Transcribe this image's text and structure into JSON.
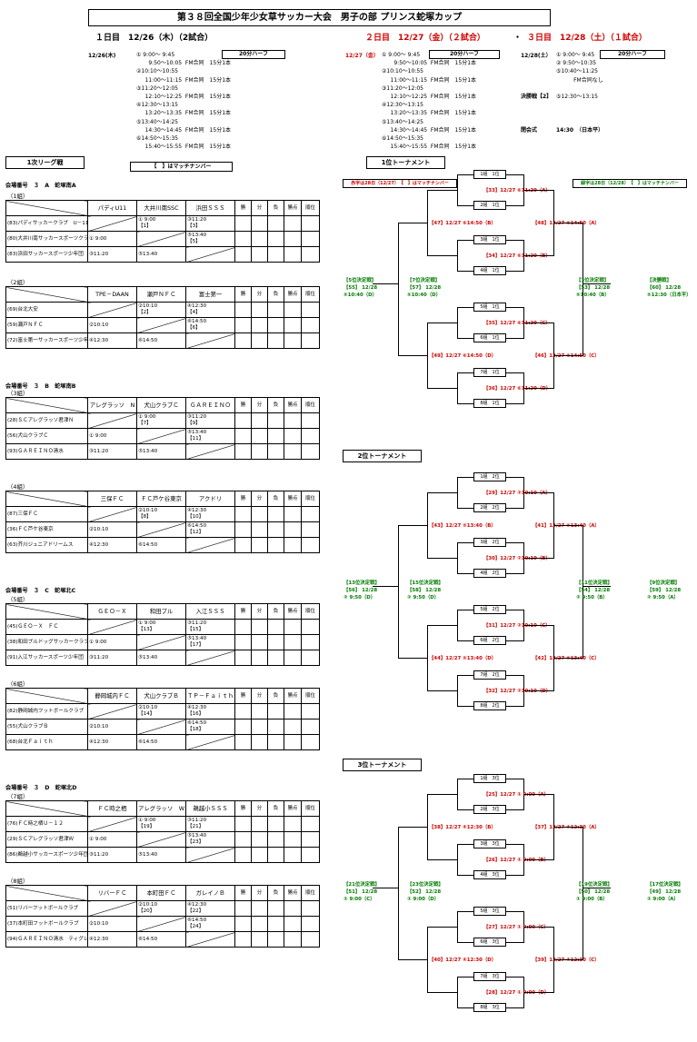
{
  "header": {
    "title": "第３８回全国少年少女草サッカー大会　男子の部 プリンス蛇塚カップ",
    "day1": "１日目　12/26（木）（2試合）",
    "day2": "２日目　12/27（金）（２試合）",
    "dot": "・",
    "day3": "３日目　12/28（土）（１試合）"
  },
  "schedule": {
    "d1_date": "12/26(木)",
    "d2_date": "12/27（金）",
    "d3_date": "12/28(土）",
    "half": "20分ハーフ",
    "d1": "① 9:00～ 9:45\n       9:50～10:05  FM合同　15分1本\n②10:10～10:55\n     11:00～11:15  FM合同　15分1本\n③11:20～12:05\n     12:10～12:25  FM合同　15分1本\n④12:30～13:15\n     13:20～13:35  FM合同　15分1本\n⑤13:40～14:25\n     14:30～14:45  FM合同　15分1本\n⑥14:50～15:35\n     15:40～15:55  FM合同　15分1本",
    "d2": "① 9:00～ 9:45\n       9:50～10:05  FM合同　15分1本\n②10:10～10:55\n     11:00～11:15  FM合同　15分1本\n③11:20～12:05\n     12:10～12:25  FM合同　15分1本\n④12:30～13:15\n     13:20～13:35  FM合同　15分1本\n⑤13:40～14:25\n     14:30～14:45  FM合同　15分1本\n⑥14:50～15:35\n     15:40～15:55  FM合同　15分1本",
    "d3": "① 9:00～ 9:45\n② 9:50～10:35\n⑤10:40～11:25\n          FM合同なし",
    "final_lbl": "決勝戦【2】",
    "final_time": "⑤12:30～13:15",
    "closing_lbl": "閉会式",
    "closing_time": "14:30　（日本平）"
  },
  "league": {
    "title": "1次リーグ戦",
    "note": "【　】はマッチナンバー",
    "head": [
      "勝",
      "分",
      "負",
      "勝点",
      "順位"
    ],
    "A": "会場番号　３　A　蛇塚南A",
    "B": "会場番号　３　B　蛇塚南B",
    "C": "会場番号　３　C　蛇塚北C",
    "D": "会場番号　３　D　蛇塚北D",
    "groups": [
      {
        "name": "（1組）",
        "cols": [
          "パディU11",
          "大井川南SSC",
          "浜田ＳＳＳ"
        ],
        "rows": [
          "(83)パディサッカークラブ　U－11",
          "(80)大井川南サッカースポーツクラブ",
          "(83)浜田サッカースポーツ少年団"
        ],
        "c12": "① 9:00",
        "m12": "【1】",
        "c13": "③11:20",
        "m13": "【3】",
        "c23": "⑤13:40",
        "m23": "【5】",
        "r21": "① 9:00",
        "r31": "③11:20",
        "r32": "⑤13:40"
      },
      {
        "name": "（2組）",
        "cols": [
          "TPE－DAAN",
          "瀬戸ＮＦＣ",
          "富士第一"
        ],
        "rows": [
          "(69)台北大安",
          "(59)瀬戸ＮＦＣ",
          "(72)富士第一サッカースポーツ少年団"
        ],
        "c12": "②10:10",
        "m12": "【2】",
        "c13": "④12:30",
        "m13": "【4】",
        "c23": "⑥14:50",
        "m23": "【6】",
        "r21": "②10:10",
        "r31": "④12:30",
        "r32": "⑥14:50"
      },
      {
        "name": "（3組）",
        "cols": [
          "アレグラッソ　N",
          "犬山クラブＣ",
          "ＧＡＲＥＩＮＯ"
        ],
        "rows": [
          "(28)ＳＣアレグラッソ君津Ｎ",
          "(56)犬山クラブＣ",
          "(93)ＧＡＲＥＩＮＯ清水"
        ],
        "c12": "① 9:00",
        "m12": "【7】",
        "c13": "③11:20",
        "m13": "【9】",
        "c23": "⑤13:40",
        "m23": "【11】",
        "r21": "① 9:00",
        "r31": "③11:20",
        "r32": "⑤13:40"
      },
      {
        "name": "（4組）",
        "cols": [
          "三保ＦＣ",
          "ＦＣ芦ケ谷東京",
          "アクドリ"
        ],
        "rows": [
          "(87)三保ＦＣ",
          "(36)ＦＣ芦ケ谷東京",
          "(63)芥川ジュニアドリームス"
        ],
        "c12": "②10:10",
        "m12": "【8】",
        "c13": "④12:30",
        "m13": "【10】",
        "c23": "⑥14:50",
        "m23": "【12】",
        "r21": "②10:10",
        "r31": "④12:30",
        "r32": "⑥14:50"
      },
      {
        "name": "（5組）",
        "cols": [
          "ＧＥＯ－Ｘ",
          "和田プル",
          "入江ＳＳＳ"
        ],
        "rows": [
          "(45)ＧＥＯ－Ｘ　ＦＣ",
          "(38)和田ブルドッグサッカークラブ",
          "(91)入江サッカースポーツ少年団"
        ],
        "c12": "① 9:00",
        "m12": "【13】",
        "c13": "③11:20",
        "m13": "【15】",
        "c23": "⑤13:40",
        "m23": "【17】",
        "r21": "① 9:00",
        "r31": "③11:20",
        "r32": "⑤13:40"
      },
      {
        "name": "（6組）",
        "cols": [
          "静岡城内ＦＣ",
          "犬山クラブＢ",
          "ＴＰ－Ｆａｉｔｈ"
        ],
        "rows": [
          "(82)静岡城内フットボールクラブ",
          "(55)犬山クラブＢ",
          "(68)台北Ｆａｉｔｈ"
        ],
        "c12": "②10:10",
        "m12": "【14】",
        "c13": "④12:30",
        "m13": "【16】",
        "c23": "⑥14:50",
        "m23": "【18】",
        "r21": "②10:10",
        "r31": "④12:30",
        "r32": "⑥14:50"
      },
      {
        "name": "（7組）",
        "cols": [
          "ＦＣ時之栖",
          "アレグラッソ　W",
          "鵜越小ＳＳＳ"
        ],
        "rows": [
          "(76)ＦＣ時之栖Ｕ－１２",
          "(29)ＳＣアレグラッソ君津Ｗ",
          "(86)鵜越小サッカースポーツ少年団"
        ],
        "c12": "① 9:00",
        "m12": "【19】",
        "c13": "③11:20",
        "m13": "【21】",
        "c23": "⑤13:40",
        "m23": "【23】",
        "r21": "① 9:00",
        "r31": "③11:20",
        "r32": "⑤13:40"
      },
      {
        "name": "（8組）",
        "cols": [
          "リバーＦＣ",
          "本町田ＦＣ",
          "ガレイノＢ"
        ],
        "rows": [
          "(51)リバーフットボールクラブ",
          "(37)本町田フットボールクラブ",
          "(94)ＧＡＲＥＩＮＯ清水　ティグレ"
        ],
        "c12": "②10:10",
        "m12": "【20】",
        "c13": "④12:30",
        "m13": "【22】",
        "c23": "⑥14:50",
        "m23": "【24】",
        "r21": "②10:10",
        "r31": "④12:30",
        "r32": "⑥14:50"
      }
    ]
  },
  "t1": {
    "title": "1位トーナメント",
    "red_note": "赤字は28日（12/27）　【　】はマッチナンバー",
    "green_note": "緑字は28日（12/28）　【　】はマッチナンバー",
    "slots": [
      "1組　1位",
      "2組　1位",
      "3組　1位",
      "4組　1位",
      "5組　1位",
      "6組　1位",
      "7組　1位",
      "8組　1位"
    ],
    "r1": [
      "【33】12/27 ⑥11:20（A）",
      "【34】12/27 ⑥11:20（B）",
      "【35】12/27 ⑥11:20（C）",
      "【36】12/27 ⑥11:20（D）"
    ],
    "r2": [
      "【47】12/27 ⑥14:50（B）",
      "【48】12/27 ⑥14:50（A）",
      "【49】12/27 ⑥14:50（D）",
      "【46】12/27 ⑥14:50（C）"
    ],
    "g": [
      [
        "【5位決定戦】",
        "【55】 12/28",
        "⑤10:40（D）"
      ],
      [
        "【7位決定戦】",
        "【57】 12/28",
        "⑤10:40（D）"
      ],
      [
        "【3位決定戦】",
        "【53】 12/28",
        "⑤10:40（B）"
      ],
      [
        "【決勝戦】",
        "【60】 12/28",
        "⑤12:30（日本平）"
      ]
    ]
  },
  "t2": {
    "title": "2位トーナメント",
    "slots": [
      "1組　2位",
      "2組　2位",
      "3組　2位",
      "4組　2位",
      "5組　2位",
      "6組　2位",
      "7組　2位",
      "8組　2位"
    ],
    "r1": [
      "【29】12/27 ②10:10（A）",
      "【30】12/27 ②10:10（B）",
      "【31】12/27 ②10:10（C）",
      "【32】12/27 ②10:10（D）"
    ],
    "r2": [
      "【43】12/27 ⑤13:40（B）",
      "【41】12/27 ⑤13:40（A）",
      "【44】12/27 ⑤13:40（D）",
      "【42】12/27 ⑤13:40（C）"
    ],
    "g": [
      [
        "【13位決定戦】",
        "【56】 12/28",
        "② 9:50（D）"
      ],
      [
        "【15位決定戦】",
        "【58】 12/28",
        "② 9:50（D）"
      ],
      [
        "【11位決定戦】",
        "【54】 12/28",
        "② 9:50（B）"
      ],
      [
        "【9位決定戦】",
        "【59】 12/28",
        "② 9:50（A）"
      ]
    ]
  },
  "t3": {
    "title": "3位トーナメント",
    "slots": [
      "1組　3位",
      "2組　3位",
      "3組　3位",
      "4組　3位",
      "5組　3位",
      "6組　3位",
      "7組　3位",
      "8組　3位"
    ],
    "r1": [
      "【25】12/27 ① 9:00（A）",
      "【26】12/27 ① 9:00（B）",
      "【27】12/27 ① 9:00（C）",
      "【28】12/27 ① 9:00（D）"
    ],
    "r2": [
      "【38】12/27 ④12:30（B）",
      "【37】12/27 ④12:30（A）",
      "【40】12/27 ④12:30（D）",
      "【39】12/27 ④12:30（C）"
    ],
    "g": [
      [
        "【21位決定戦】",
        "【51】 12/28",
        "① 9:00（C）"
      ],
      [
        "【23位決定戦】",
        "【52】 12/28",
        "① 9:00（D）"
      ],
      [
        "【19位決定戦】",
        "【50】 12/28",
        "① 9:00（B）"
      ],
      [
        "【17位決定戦】",
        "【49】 12/28",
        "① 9:00（A）"
      ]
    ]
  }
}
